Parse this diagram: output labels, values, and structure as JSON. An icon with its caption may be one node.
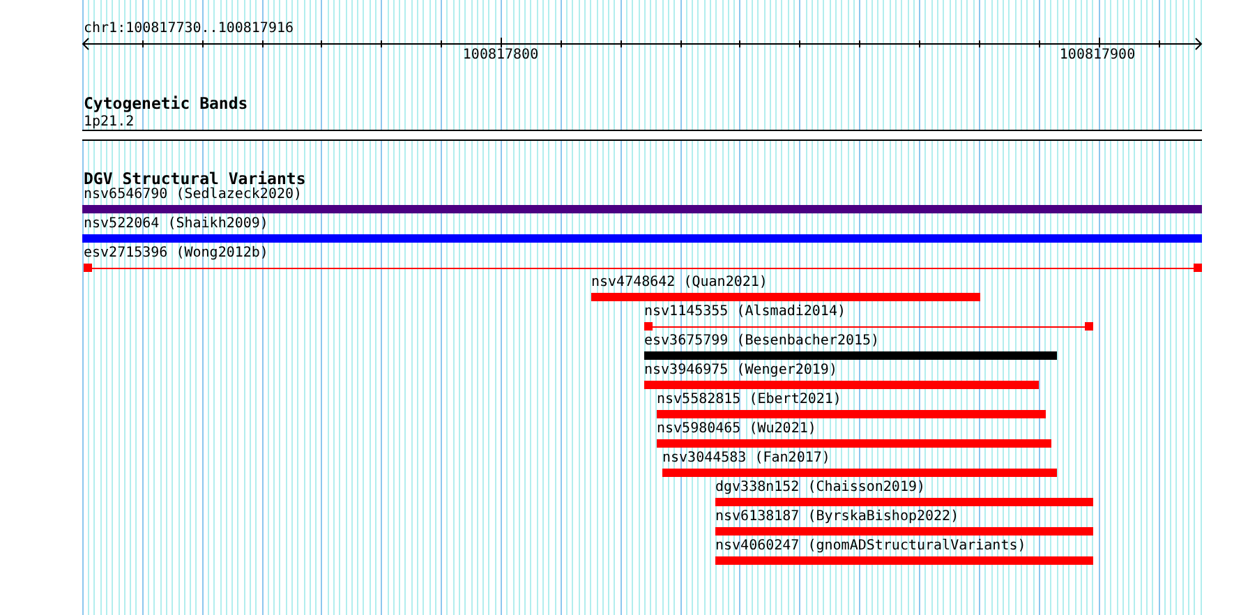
{
  "diagram": {
    "nodes": [
      {
        "text": [
          "1p21.2"
        ]
      },
      {
        "text": [
          "nsv6546790 (Sedlazeck2020)"
        ]
      },
      {
        "text": [
          "nsv522064 (Shaikh2009)"
        ]
      },
      {
        "text": [
          "esv2715396 (Wong2012b)"
        ]
      },
      {
        "text": [
          "nsv4748642 (Quan2021)"
        ]
      },
      {
        "text": [
          "nsv1145355 (Alsmadi2014)"
        ]
      },
      {
        "text": [
          "esv3675799 (Besenbacher2015)"
        ]
      },
      {
        "text": [
          "nsv3946975 (Wenger2019)"
        ]
      },
      {
        "text": [
          "nsv5582815 (Ebert2021)"
        ]
      },
      {
        "text": [
          "nsv5980465 (Wu2021)"
        ]
      },
      {
        "text": [
          "nsv3044583 (Fan2017)"
        ]
      },
      {
        "text": [
          "dgv338n152 (Chaisson2019)"
        ]
      },
      {
        "text": [
          "nsv6138187 (ByrskaBishop2022)"
        ]
      },
      {
        "text": [
          "nsv4060247 (gnomADStructuralVariants)"
        ]
      }
    ],
    "labels": [
      "chr1:100817730..100817916",
      "100817800",
      "100817900",
      "Cytogenetic Bands",
      "DGV Structural Variants"
    ]
  }
}
